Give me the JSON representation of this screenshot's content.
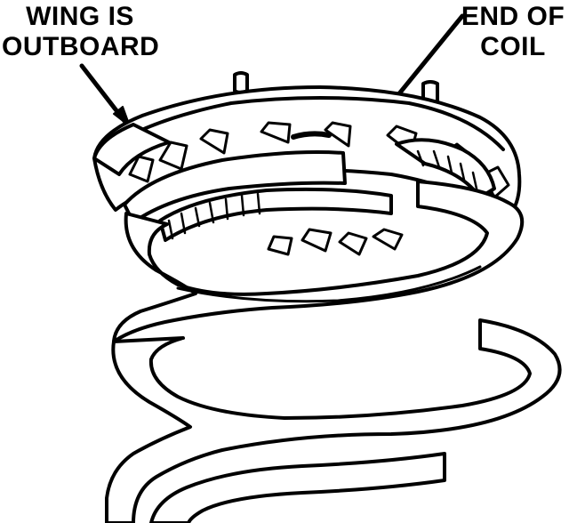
{
  "callouts": {
    "wing": {
      "line1": "WING IS",
      "line2": "OUTBOARD"
    },
    "end_of_coil": {
      "line1": "END OF",
      "line2": "COIL"
    }
  },
  "colors": {
    "ink": "#000000",
    "paper": "#ffffff"
  }
}
